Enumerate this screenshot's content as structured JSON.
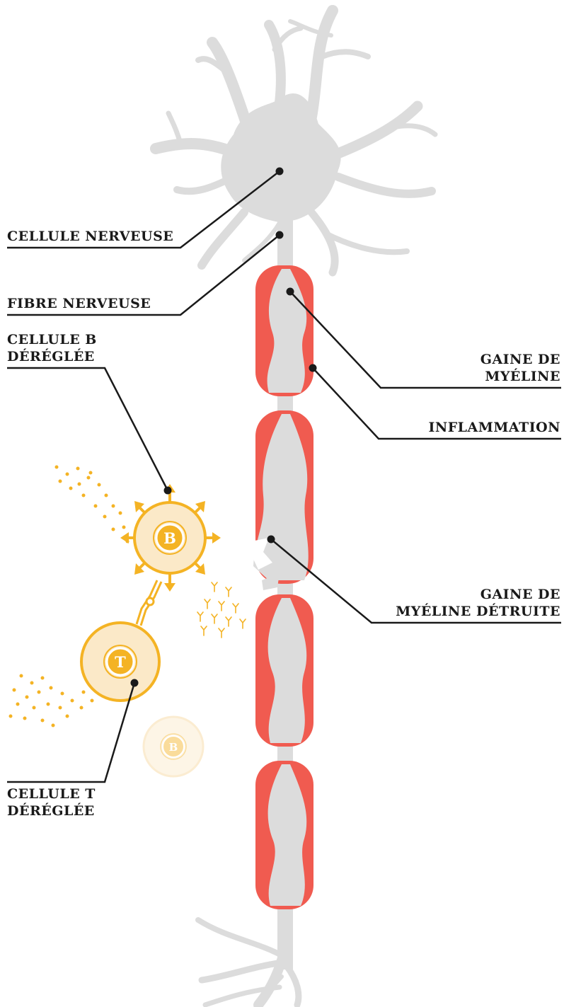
{
  "colors": {
    "neuron": "#dcdcdc",
    "myelin": "#f05b50",
    "cell_ring": "#f4b324",
    "cell_fill": "#fbe9c8",
    "cell_faded": "#f8d79a",
    "leader_line": "#1a1a1a",
    "text": "#1a1a1a"
  },
  "labels": {
    "cellule_nerveuse": "CELLULE NERVEUSE",
    "fibre_nerveuse": "FIBRE NERVEUSE",
    "gaine_de_myeline": [
      "GAINE DE",
      "MYÉLINE"
    ],
    "inflammation": "INFLAMMATION",
    "cellule_b_dereglee": [
      "CELLULE B",
      "DÉRÉGLÉE"
    ],
    "gaine_de_myeline_detruite": [
      "GAINE DE",
      "MYÉLINE DÉTRUITE"
    ],
    "cellule_t_dereglee": [
      "CELLULE T",
      "DÉRÉGLÉE"
    ]
  },
  "cells": {
    "b_cell_letter": "B",
    "t_cell_letter": "T",
    "faded_b_letter": "B"
  }
}
